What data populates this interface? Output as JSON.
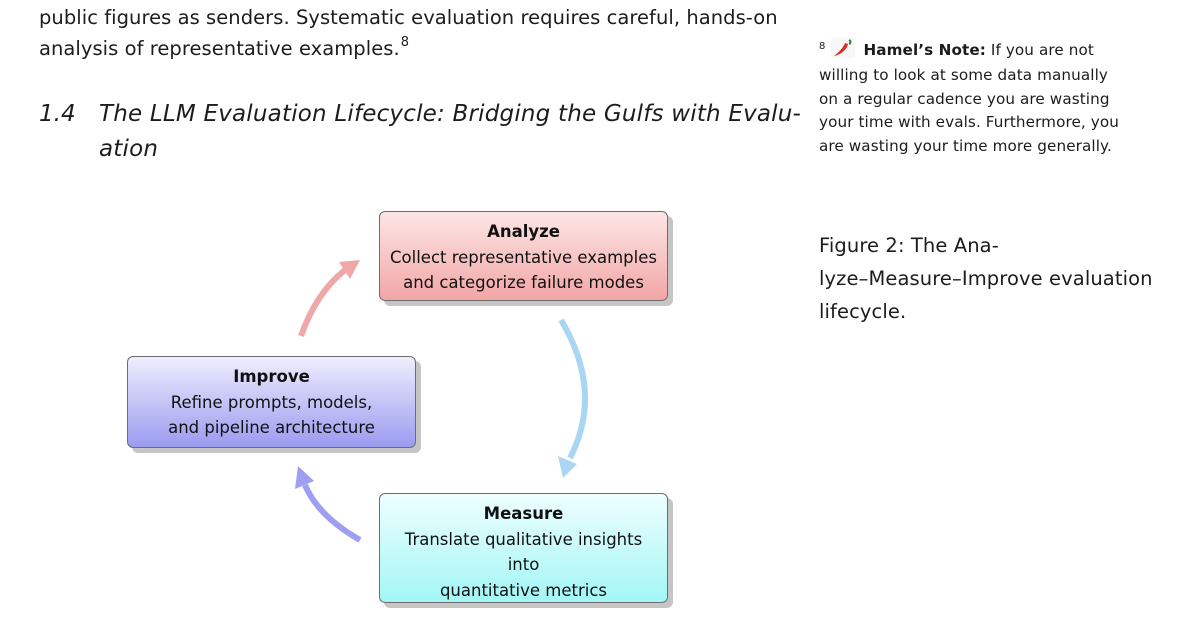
{
  "body": {
    "line1": "public figures as senders. Systematic evaluation requires careful, hands-on",
    "line2": "analysis of representative examples.",
    "footnote_ref": "8"
  },
  "section": {
    "number": "1.4",
    "title_line1": "The LLM Evaluation Lifecycle: Bridging the Gulfs with Evalu-",
    "title_line2": "ation"
  },
  "side_note": {
    "marker": "8",
    "icon": "chili-pepper-icon",
    "label": "Hamel’s Note:",
    "line1_rest": "If you are not",
    "line2": "willing to look at some data manually",
    "line3": "on a regular cadence you are wasting",
    "line4": "your time with evals. Furthermore, you",
    "line5": "are wasting your time more generally."
  },
  "caption": {
    "line1": "Figure 2: The Ana-",
    "line2": "lyze–Measure–Improve evaluation",
    "line3": "lifecycle."
  },
  "diagram": {
    "analyze": {
      "title": "Analyze",
      "line1": "Collect representative examples",
      "line2": "and categorize failure modes",
      "color": "#f2a6a6"
    },
    "improve": {
      "title": "Improve",
      "line1": "Refine prompts, models,",
      "line2": "and pipeline architecture",
      "color": "#9b9bf0"
    },
    "measure": {
      "title": "Measure",
      "line1": "Translate qualitative insights",
      "line2": "into",
      "line3": "quantitative metrics",
      "color": "#a3f6f6"
    },
    "arrow_colors": {
      "analyze_to_measure": "#a9d6f2",
      "measure_to_improve": "#9f9ff2",
      "improve_to_analyze": "#f0a7a7"
    }
  }
}
